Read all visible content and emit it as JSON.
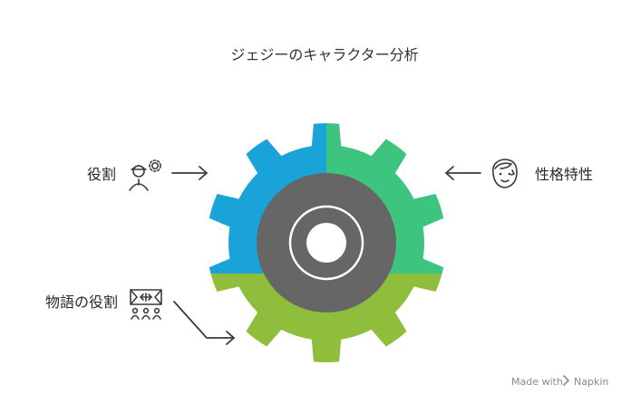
{
  "title": "ジェジーのキャラクター分析",
  "gear": {
    "segments": [
      {
        "key": "role",
        "color": "#1aa3d9"
      },
      {
        "key": "personality",
        "color": "#3dc47e"
      },
      {
        "key": "story_role",
        "color": "#8ebe3c"
      }
    ],
    "ring_color": "#666666",
    "hub_color": "#ffffff"
  },
  "labels": {
    "role": "役割",
    "personality": "性格特性",
    "story_role": "物語の役割"
  },
  "icons": {
    "role": "worker-gear-icon",
    "personality": "face-icon",
    "story_role": "stage-audience-icon"
  },
  "credit": {
    "made_with": "Made with",
    "brand": "Napkin"
  }
}
